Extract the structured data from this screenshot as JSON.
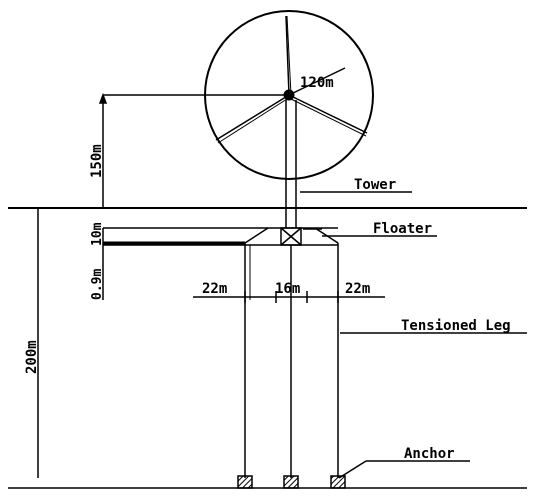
{
  "labels": {
    "rotor_diameter": "120m",
    "hub_height": "150m",
    "tower": "Tower",
    "floater": "Floater",
    "floater_height": "10m",
    "draft_gap": "0.9m",
    "span_left": "22m",
    "span_center": "16m",
    "span_right": "22m",
    "tensioned_leg": "Tensioned Leg",
    "water_depth": "200m",
    "anchor": "Anchor"
  },
  "colors": {
    "line": "#000000",
    "background": "#ffffff"
  }
}
